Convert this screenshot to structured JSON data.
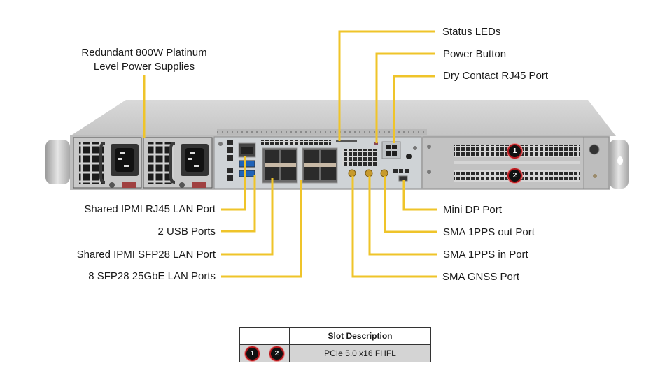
{
  "title": "Server rear I/O diagram",
  "colors": {
    "callout_line": "#efc42a",
    "chassis": "#c9c9c9",
    "badge": "#b3171c"
  },
  "callouts": {
    "top_left": [
      {
        "id": "power-supplies",
        "text": "Redundant 800W Platinum\nLevel Power Supplies",
        "line1": "Redundant 800W Platinum",
        "line2": "Level Power Supplies"
      }
    ],
    "top_right": [
      {
        "id": "status-leds",
        "text": "Status LEDs"
      },
      {
        "id": "power-button",
        "text": "Power Button"
      },
      {
        "id": "dry-contact-rj45",
        "text": "Dry Contact RJ45 Port"
      }
    ],
    "bottom_left": [
      {
        "id": "ipmi-rj45",
        "text": "Shared IPMI RJ45 LAN Port"
      },
      {
        "id": "usb-ports",
        "text": "2 USB Ports"
      },
      {
        "id": "ipmi-sfp28",
        "text": "Shared IPMI SFP28 LAN Port"
      },
      {
        "id": "sfp28-lan",
        "text": "8 SFP28 25GbE LAN Ports"
      }
    ],
    "bottom_right": [
      {
        "id": "mini-dp",
        "text": "Mini DP Port"
      },
      {
        "id": "sma-1pps-out",
        "text": "SMA 1PPS out Port"
      },
      {
        "id": "sma-1pps-in",
        "text": "SMA 1PPS in Port"
      },
      {
        "id": "sma-gnss",
        "text": "SMA GNSS Port"
      }
    ]
  },
  "slots": [
    {
      "number": "1"
    },
    {
      "number": "2"
    }
  ],
  "legend": {
    "header_empty": "",
    "header": "Slot Description",
    "row": {
      "badges": [
        "1",
        "2"
      ],
      "description": "PCIe 5.0 x16 FHFL"
    }
  }
}
